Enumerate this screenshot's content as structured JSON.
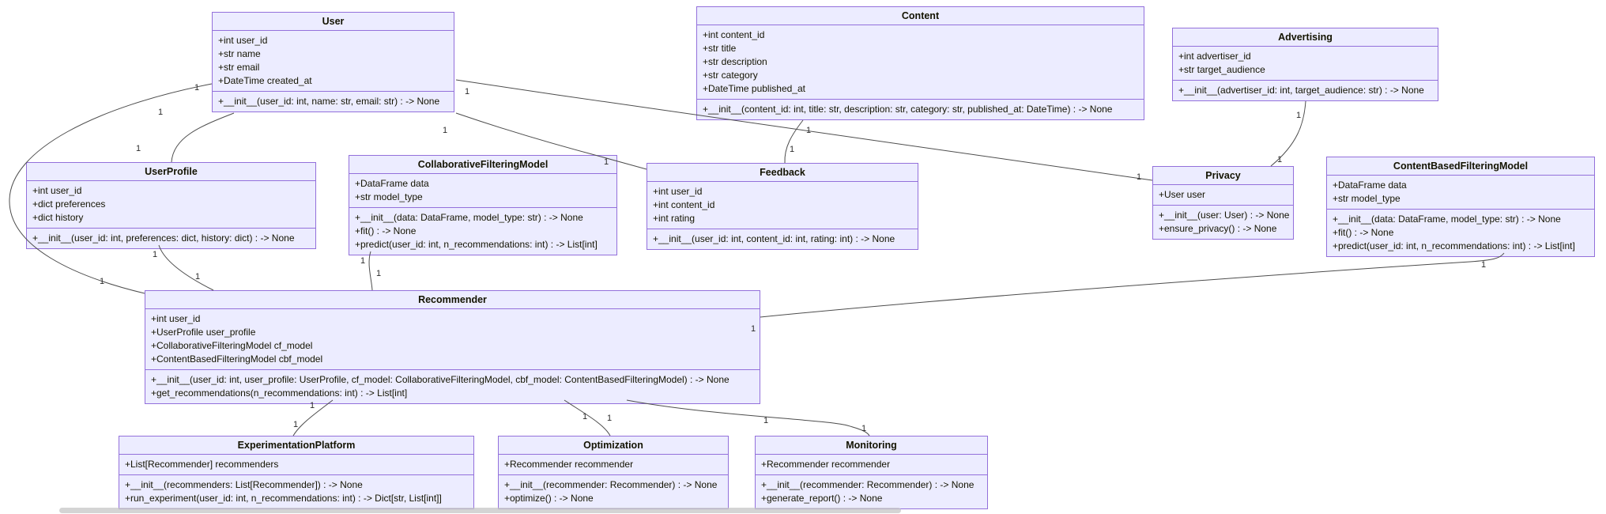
{
  "colors": {
    "node_fill": "#ECECFF",
    "node_border": "#9370DB",
    "edge": "#4d4d4d"
  },
  "diagram": {
    "type": "uml-class-diagram",
    "classes": [
      {
        "id": "User",
        "title": "User",
        "attributes": [
          "+int user_id",
          "+str name",
          "+str email",
          "+DateTime created_at"
        ],
        "methods": [
          "+__init__(user_id: int, name: str, email: str) : -> None"
        ]
      },
      {
        "id": "Content",
        "title": "Content",
        "attributes": [
          "+int content_id",
          "+str title",
          "+str description",
          "+str category",
          "+DateTime published_at"
        ],
        "methods": [
          "+__init__(content_id: int, title: str, description: str, category: str, published_at: DateTime) : -> None"
        ]
      },
      {
        "id": "Advertising",
        "title": "Advertising",
        "attributes": [
          "+int advertiser_id",
          "+str target_audience"
        ],
        "methods": [
          "+__init__(advertiser_id: int, target_audience: str) : -> None"
        ]
      },
      {
        "id": "UserProfile",
        "title": "UserProfile",
        "attributes": [
          "+int user_id",
          "+dict preferences",
          "+dict history"
        ],
        "methods": [
          "+__init__(user_id: int, preferences: dict, history: dict) : -> None"
        ]
      },
      {
        "id": "CollaborativeFilteringModel",
        "title": "CollaborativeFilteringModel",
        "attributes": [
          "+DataFrame data",
          "+str model_type"
        ],
        "methods": [
          "+__init__(data: DataFrame, model_type: str) : -> None",
          "+fit() : -> None",
          "+predict(user_id: int, n_recommendations: int) : -> List[int]"
        ]
      },
      {
        "id": "Feedback",
        "title": "Feedback",
        "attributes": [
          "+int user_id",
          "+int content_id",
          "+int rating"
        ],
        "methods": [
          "+__init__(user_id: int, content_id: int, rating: int) : -> None"
        ]
      },
      {
        "id": "Privacy",
        "title": "Privacy",
        "attributes": [
          "+User user"
        ],
        "methods": [
          "+__init__(user: User) : -> None",
          "+ensure_privacy() : -> None"
        ]
      },
      {
        "id": "ContentBasedFilteringModel",
        "title": "ContentBasedFilteringModel",
        "attributes": [
          "+DataFrame data",
          "+str model_type"
        ],
        "methods": [
          "+__init__(data: DataFrame, model_type: str) : -> None",
          "+fit() : -> None",
          "+predict(user_id: int, n_recommendations: int) : -> List[int]"
        ]
      },
      {
        "id": "Recommender",
        "title": "Recommender",
        "attributes": [
          "+int user_id",
          "+UserProfile user_profile",
          "+CollaborativeFilteringModel cf_model",
          "+ContentBasedFilteringModel cbf_model"
        ],
        "methods": [
          "+__init__(user_id: int, user_profile: UserProfile, cf_model: CollaborativeFilteringModel, cbf_model: ContentBasedFilteringModel) : -> None",
          "+get_recommendations(n_recommendations: int) : -> List[int]"
        ]
      },
      {
        "id": "ExperimentationPlatform",
        "title": "ExperimentationPlatform",
        "attributes": [
          "+List[Recommender] recommenders"
        ],
        "methods": [
          "+__init__(recommenders: List[Recommender]) : -> None",
          "+run_experiment(user_id: int, n_recommendations: int) : -> Dict[str, List[int]]"
        ]
      },
      {
        "id": "Optimization",
        "title": "Optimization",
        "attributes": [
          "+Recommender recommender"
        ],
        "methods": [
          "+__init__(recommender: Recommender) : -> None",
          "+optimize() : -> None"
        ]
      },
      {
        "id": "Monitoring",
        "title": "Monitoring",
        "attributes": [
          "+Recommender recommender"
        ],
        "methods": [
          "+__init__(recommender: Recommender) : -> None",
          "+generate_report() : -> None"
        ]
      }
    ],
    "relationships": [
      {
        "from": "User",
        "to": "UserProfile",
        "from_card": "1",
        "to_card": "1"
      },
      {
        "from": "User",
        "to": "Recommender",
        "from_card": "1",
        "to_card": "1"
      },
      {
        "from": "User",
        "to": "Feedback",
        "from_card": "1",
        "to_card": "1"
      },
      {
        "from": "User",
        "to": "Privacy",
        "from_card": "1",
        "to_card": "1"
      },
      {
        "from": "Content",
        "to": "Feedback",
        "from_card": "1",
        "to_card": "1"
      },
      {
        "from": "Advertising",
        "to": "Privacy",
        "from_card": "1",
        "to_card": "1"
      },
      {
        "from": "UserProfile",
        "to": "Recommender",
        "from_card": "1",
        "to_card": "1"
      },
      {
        "from": "CollaborativeFilteringModel",
        "to": "Recommender",
        "from_card": "1",
        "to_card": "1"
      },
      {
        "from": "ContentBasedFilteringModel",
        "to": "Recommender",
        "from_card": "1",
        "to_card": "1"
      },
      {
        "from": "Recommender",
        "to": "ExperimentationPlatform",
        "from_card": "1",
        "to_card": "1"
      },
      {
        "from": "Recommender",
        "to": "Optimization",
        "from_card": "1",
        "to_card": "1"
      },
      {
        "from": "Recommender",
        "to": "Monitoring",
        "from_card": "1",
        "to_card": "1"
      }
    ]
  }
}
